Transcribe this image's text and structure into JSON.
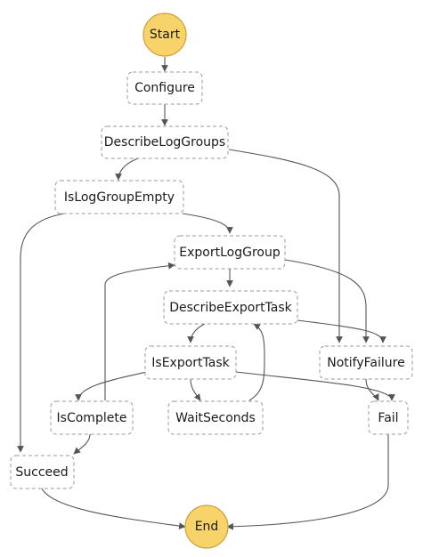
{
  "diagram": {
    "terminals": {
      "start": "Start",
      "end": "End"
    },
    "states": {
      "configure": "Configure",
      "describe_log_groups": "DescribeLogGroups",
      "is_log_group_empty": "IsLogGroupEmpty",
      "export_log_group": "ExportLogGroup",
      "describe_export_task": "DescribeExportTask",
      "is_export_task": "IsExportTask",
      "notify_failure": "NotifyFailure",
      "is_complete": "IsComplete",
      "wait_seconds": "WaitSeconds",
      "fail": "Fail",
      "succeed": "Succeed"
    },
    "colors": {
      "terminal_fill": "#f7d36a",
      "terminal_stroke": "#c9a23e",
      "state_border": "#9a9a9a",
      "edge": "#555555"
    }
  }
}
